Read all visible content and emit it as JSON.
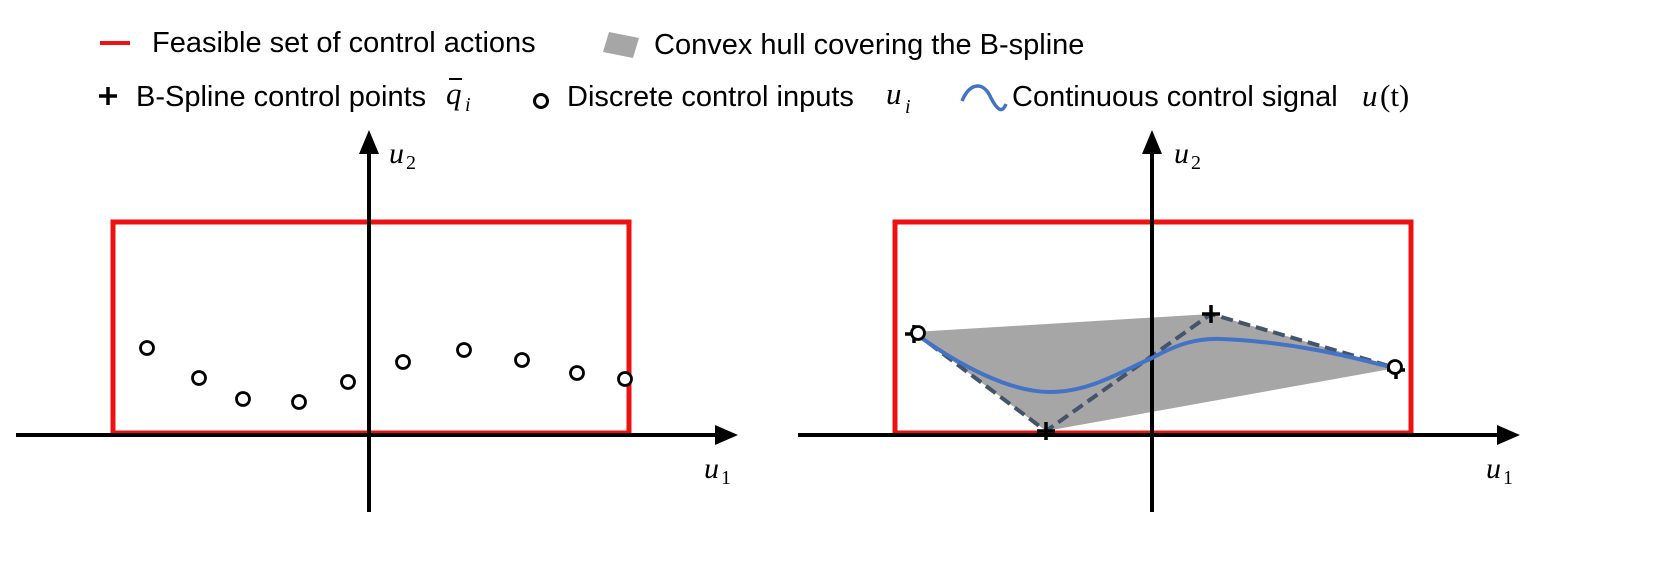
{
  "legend": {
    "feasible_set": "Feasible set of control actions",
    "convex_hull": "Convex hull covering the B-spline",
    "control_points": "B-Spline control points",
    "control_points_symbol": "q",
    "control_points_subscript": "i",
    "discrete_inputs": "Discrete control inputs",
    "discrete_inputs_symbol": "u",
    "discrete_inputs_subscript": "i",
    "continuous_signal": "Continuous control signal",
    "continuous_signal_symbol": "u",
    "continuous_signal_arg": "(t)"
  },
  "axes": {
    "u2_symbol": "u",
    "u2_subscript": "2",
    "u1_symbol": "u",
    "u1_subscript": "1"
  },
  "colors": {
    "feasible_set": "#ee1111",
    "convex_hull": "#a6a6a6",
    "spline": "#4472c4",
    "control_polygon": "#44546a",
    "axis": "#000000"
  },
  "icons": {
    "feasible_set": "red-line-icon",
    "convex_hull": "gray-parallelogram-icon",
    "control_points": "plus-marker-icon",
    "discrete_inputs": "circle-marker-icon",
    "continuous_signal": "blue-wave-icon"
  }
}
